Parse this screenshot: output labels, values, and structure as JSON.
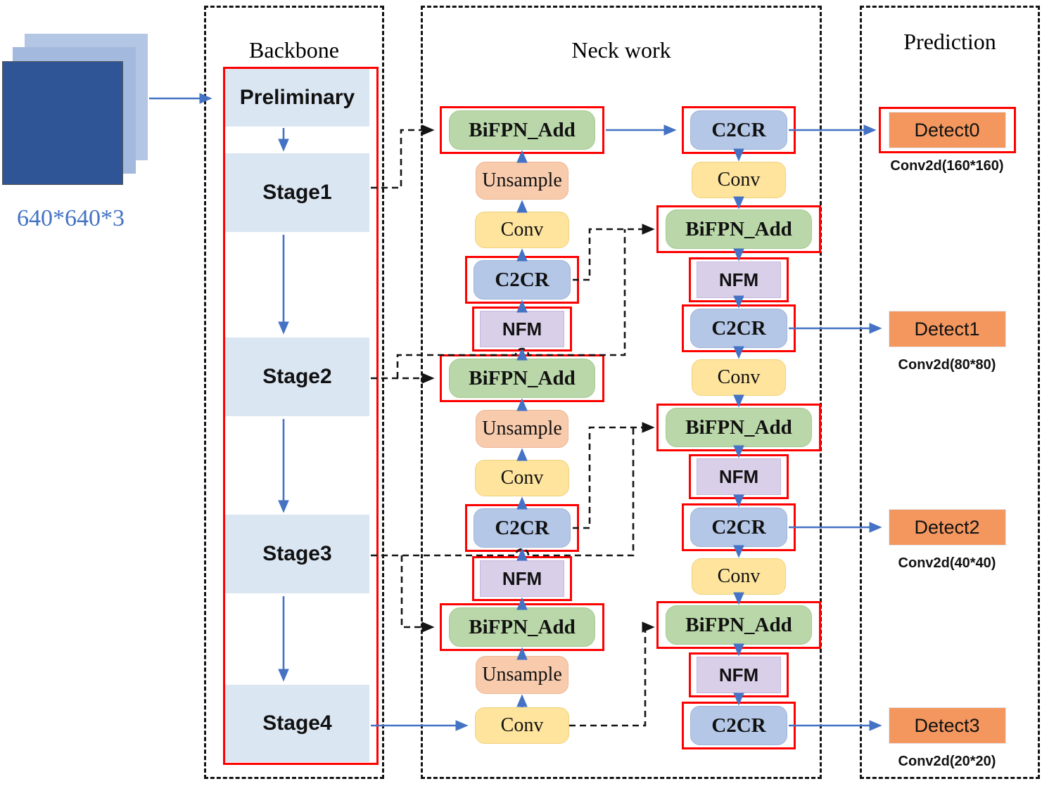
{
  "input": {
    "label": "640*640*3"
  },
  "backbone": {
    "title": "Backbone",
    "stages": [
      "Preliminary",
      "Stage1",
      "Stage2",
      "Stage3",
      "Stage4"
    ]
  },
  "neck": {
    "title": "Neck work",
    "left_column": [
      {
        "label": "BiFPN_Add",
        "type": "bifpn",
        "boxed": true
      },
      {
        "label": "Unsample",
        "type": "unsample",
        "boxed": false
      },
      {
        "label": "Conv",
        "type": "conv",
        "boxed": false
      },
      {
        "label": "C2CR",
        "type": "c2cr",
        "boxed": true
      },
      {
        "label": "NFM",
        "type": "nfm",
        "boxed": true
      },
      {
        "label": "BiFPN_Add",
        "type": "bifpn",
        "boxed": true
      },
      {
        "label": "Unsample",
        "type": "unsample",
        "boxed": false
      },
      {
        "label": "Conv",
        "type": "conv",
        "boxed": false
      },
      {
        "label": "C2CR",
        "type": "c2cr",
        "boxed": true
      },
      {
        "label": "NFM",
        "type": "nfm",
        "boxed": true
      },
      {
        "label": "BiFPN_Add",
        "type": "bifpn",
        "boxed": true
      },
      {
        "label": "Unsample",
        "type": "unsample",
        "boxed": false
      },
      {
        "label": "Conv",
        "type": "conv",
        "boxed": false
      }
    ],
    "right_column": [
      {
        "label": "C2CR",
        "type": "c2cr",
        "boxed": true
      },
      {
        "label": "Conv",
        "type": "conv",
        "boxed": false
      },
      {
        "label": "BiFPN_Add",
        "type": "bifpn",
        "boxed": true
      },
      {
        "label": "NFM",
        "type": "nfm",
        "boxed": true
      },
      {
        "label": "C2CR",
        "type": "c2cr",
        "boxed": true
      },
      {
        "label": "Conv",
        "type": "conv",
        "boxed": false
      },
      {
        "label": "BiFPN_Add",
        "type": "bifpn",
        "boxed": true
      },
      {
        "label": "NFM",
        "type": "nfm",
        "boxed": true
      },
      {
        "label": "C2CR",
        "type": "c2cr",
        "boxed": true
      },
      {
        "label": "Conv",
        "type": "conv",
        "boxed": false
      },
      {
        "label": "BiFPN_Add",
        "type": "bifpn",
        "boxed": true
      },
      {
        "label": "NFM",
        "type": "nfm",
        "boxed": true
      },
      {
        "label": "C2CR",
        "type": "c2cr",
        "boxed": true
      }
    ]
  },
  "prediction": {
    "title": "Prediction",
    "detects": [
      {
        "label": "Detect0",
        "sublabel": "Conv2d(160*160)",
        "boxed": true
      },
      {
        "label": "Detect1",
        "sublabel": "Conv2d(80*80)",
        "boxed": false
      },
      {
        "label": "Detect2",
        "sublabel": "Conv2d(40*40)",
        "boxed": false
      },
      {
        "label": "Detect3",
        "sublabel": "Conv2d(20*20)",
        "boxed": false
      }
    ]
  },
  "colors": {
    "red_frame": "#fe0000",
    "flow_arrow": "#4472c4",
    "dashed_line": "#141414",
    "bifpn_green": "#b9d7a8",
    "unsample_orange": "#f8cbad",
    "conv_yellow": "#fee49c",
    "c2cr_blue": "#b4c7e7",
    "nfm_purple": "#d9cfe9",
    "stage_blue": "#dbe6f3",
    "detect_orange": "#f4975f",
    "input_front": "#2f5597",
    "input_back": "#b3c6e3"
  }
}
